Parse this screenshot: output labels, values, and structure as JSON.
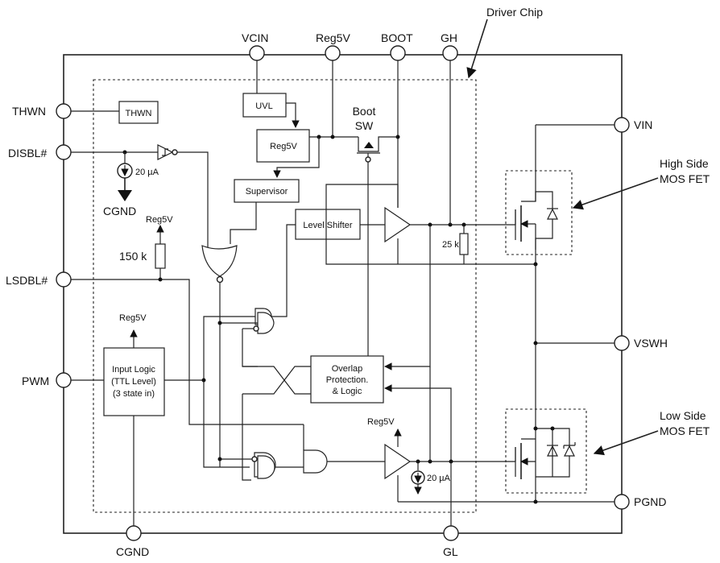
{
  "pins": {
    "vcin": "VCIN",
    "reg5v": "Reg5V",
    "boot": "BOOT",
    "gh": "GH",
    "thwn": "THWN",
    "disbl": "DISBL#",
    "lsdbl": "LSDBL#",
    "pwm": "PWM",
    "vin": "VIN",
    "vswh": "VSWH",
    "pgnd": "PGND",
    "cgnd_bottom": "CGND",
    "gl": "GL"
  },
  "blocks": {
    "thwn": "THWN",
    "uvl": "UVL",
    "reg5v": "Reg5V",
    "supervisor": "Supervisor",
    "level_shifter": "Level Shifter",
    "boot_sw_line1": "Boot",
    "boot_sw_line2": "SW",
    "overlap_line1": "Overlap",
    "overlap_line2": "Protection.",
    "overlap_line3": "& Logic",
    "input_logic_line1": "Input Logic",
    "input_logic_line2": "(TTL Level)",
    "input_logic_line3": "(3 state in)"
  },
  "labels": {
    "driver_chip": "Driver Chip",
    "high_side_line1": "High Side",
    "high_side_line2": "MOS FET",
    "low_side_line1": "Low Side",
    "low_side_line2": "MOS FET",
    "cgnd_internal": "CGND",
    "current_20ua_top": "20 µA",
    "current_20ua_bottom": "20 µA",
    "reg5v_resistor": "Reg5V",
    "res_150k": "150 k",
    "reg5v_input_logic": "Reg5V",
    "res_25k": "25 k",
    "reg5v_driver": "Reg5V"
  }
}
